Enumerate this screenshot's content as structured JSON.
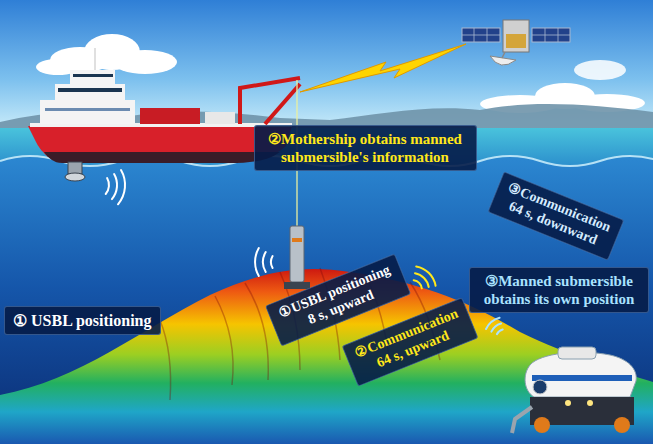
{
  "diagram": {
    "nodes": [
      {
        "text": [
          "① USBL positioning"
        ]
      },
      {
        "text": [
          "①USBL positioning 8 s, upward"
        ]
      },
      {
        "text": [
          "②Mothership obtains manned submersible's information"
        ]
      },
      {
        "text": [
          "②Communication 64 s, upward"
        ]
      },
      {
        "text": [
          "③Communication 64 s, downward"
        ]
      },
      {
        "text": [
          "③Manned submersible obtains its own position"
        ]
      }
    ]
  }
}
